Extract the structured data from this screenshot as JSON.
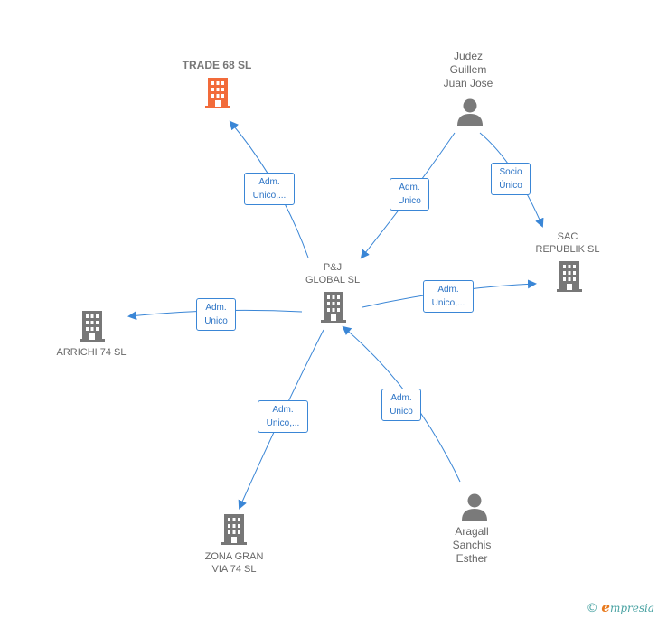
{
  "colors": {
    "edge": "#3a86d6",
    "company_icon": "#777777",
    "focus_icon": "#f26b3a",
    "person_icon": "#7a7a7a"
  },
  "nodes": {
    "pj_global": {
      "line1": "P&J",
      "line2": "GLOBAL  SL",
      "icon": "building-icon"
    },
    "trade68": {
      "line1": "TRADE 68  SL",
      "icon": "building-icon"
    },
    "judez": {
      "line1": "Judez",
      "line2": "Guillem",
      "line3": "Juan Jose",
      "icon": "person-icon"
    },
    "sac": {
      "line1": "SAC",
      "line2": "REPUBLIK SL",
      "icon": "building-icon"
    },
    "arrichi": {
      "line1": "ARRICHI 74  SL",
      "icon": "building-icon"
    },
    "zona": {
      "line1": "ZONA GRAN",
      "line2": "VIA 74 SL",
      "icon": "building-icon"
    },
    "aragall": {
      "line1": "Aragall",
      "line2": "Sanchis",
      "line3": "Esther",
      "icon": "person-icon"
    }
  },
  "edges": {
    "pj_trade": {
      "line1": "Adm.",
      "line2": "Unico,..."
    },
    "judez_pj": {
      "line1": "Adm.",
      "line2": "Unico"
    },
    "judez_sac": {
      "line1": "Socio",
      "line2": "Único"
    },
    "pj_sac": {
      "line1": "Adm.",
      "line2": "Unico,..."
    },
    "pj_arrichi": {
      "line1": "Adm.",
      "line2": "Unico"
    },
    "pj_zona": {
      "line1": "Adm.",
      "line2": "Unico,..."
    },
    "aragall_pj": {
      "line1": "Adm.",
      "line2": "Unico"
    }
  },
  "footer": {
    "copyright": "©",
    "brand_initial": "e",
    "brand_rest": "mpresia"
  }
}
